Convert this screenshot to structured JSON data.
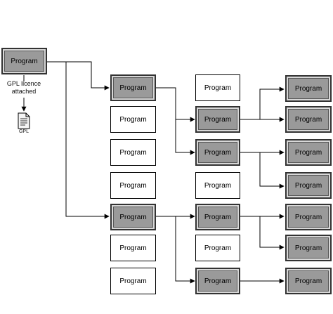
{
  "box_label": "Program",
  "note": {
    "line1": "GPL licence",
    "line2": "attached"
  },
  "doc_icon": {
    "name": "document-icon",
    "label": "GPL"
  }
}
